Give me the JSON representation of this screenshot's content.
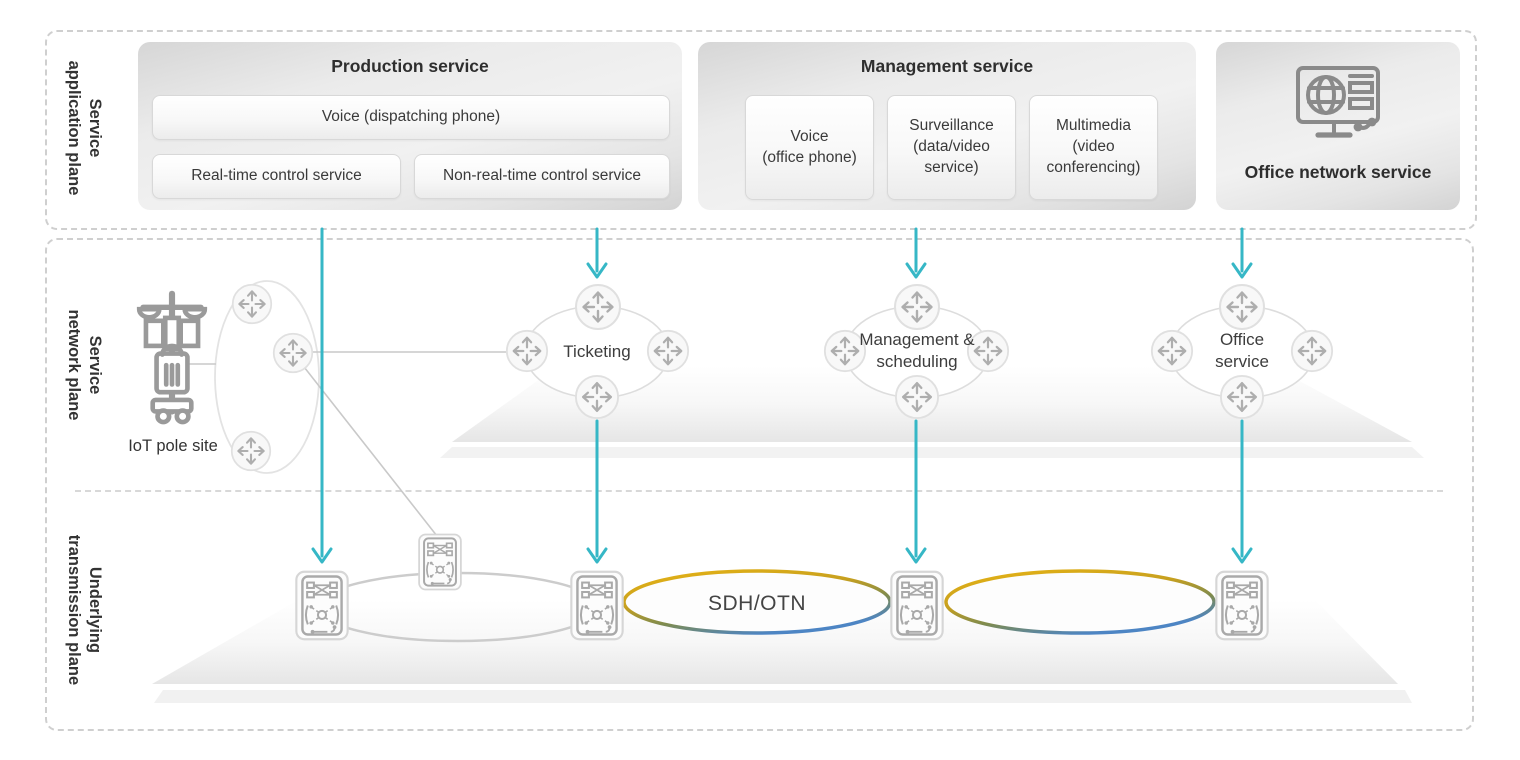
{
  "colors": {
    "arrow_teal": "#36b7c6",
    "ring_gold": "#dfae18",
    "ring_blue": "#4d85c4"
  },
  "application_plane": {
    "label": "Service\napplication plane",
    "production": {
      "title": "Production service",
      "voice": "Voice (dispatching phone)",
      "realtime": "Real-time control service",
      "non_realtime": "Non-real-time control service"
    },
    "management": {
      "title": "Management service",
      "voice": "Voice\n(office phone)",
      "surveillance": "Surveillance\n(data/video\nservice)",
      "multimedia": "Multimedia\n(video\nconferencing)"
    },
    "office": {
      "title": "Office network service"
    }
  },
  "network_plane": {
    "label": "Service\nnetwork plane",
    "iot_pole": "IoT pole site",
    "rings": {
      "ticketing": "Ticketing",
      "management_scheduling": "Management &\nscheduling",
      "office_service": "Office\nservice"
    }
  },
  "transmission_plane": {
    "label": "Underlying\ntransmission plane",
    "sdh_otn": "SDH/OTN"
  }
}
